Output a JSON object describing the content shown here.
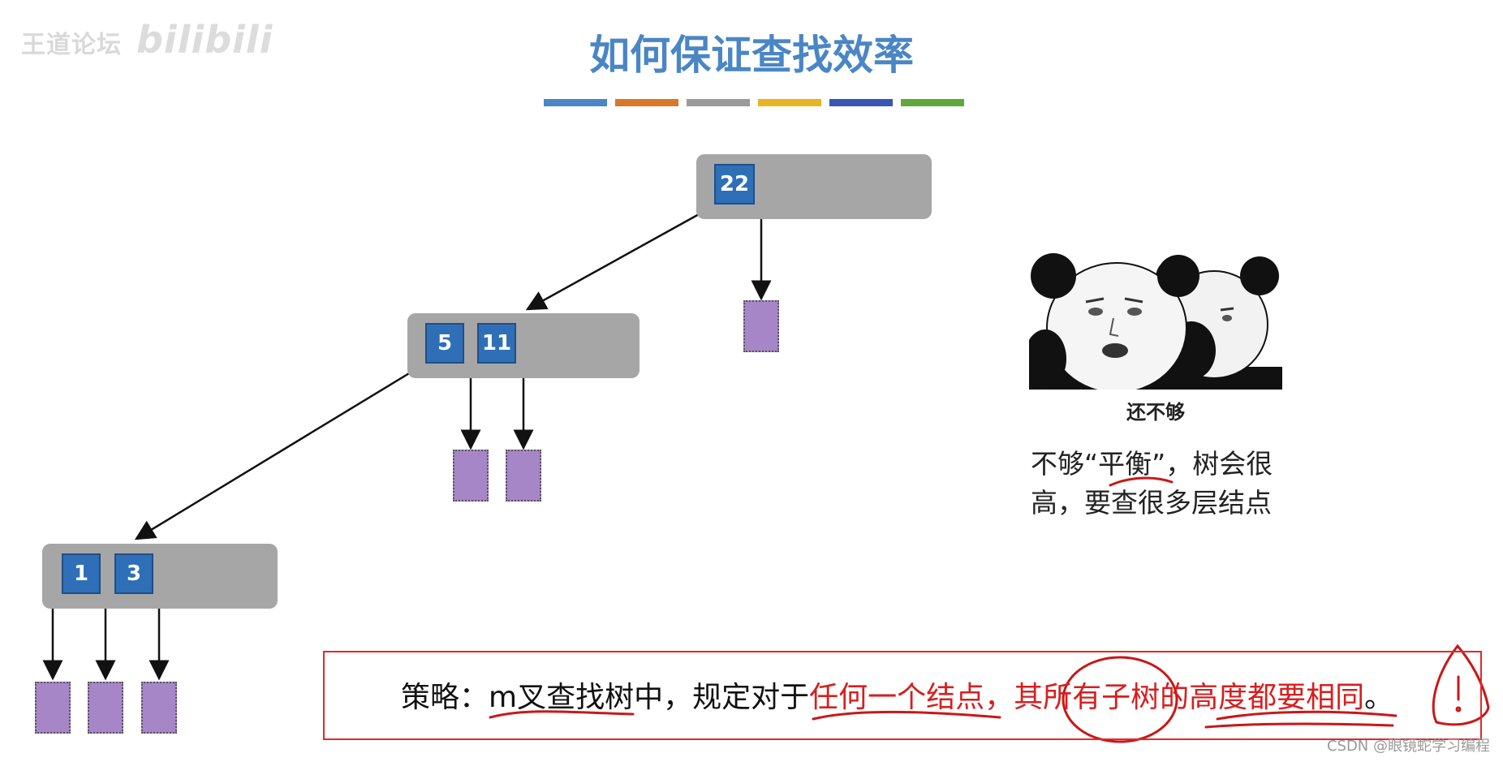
{
  "watermark": {
    "text": "王道论坛",
    "brand": "bilibili"
  },
  "title": "如何保证查找效率",
  "color_bars": [
    "#4a86c5",
    "#d9772b",
    "#9a9a9a",
    "#e5b523",
    "#3a56b3",
    "#5fa83a"
  ],
  "tree": {
    "root": {
      "keys": [
        "22"
      ]
    },
    "level2": {
      "keys": [
        "5",
        "11"
      ]
    },
    "level3": {
      "keys": [
        "1",
        "3"
      ]
    }
  },
  "meme": {
    "caption": "还不够"
  },
  "note": {
    "text": "不够“平衡”，树会很高，要查很多层结点"
  },
  "strategy": {
    "label": "策略：",
    "part1": "m叉查找树中，规定对于",
    "part2": "任何一个结点，其所有子树的高度都要相同",
    "end": "。"
  },
  "csdn_watermark": "CSDN @眼镜蛇学习编程"
}
